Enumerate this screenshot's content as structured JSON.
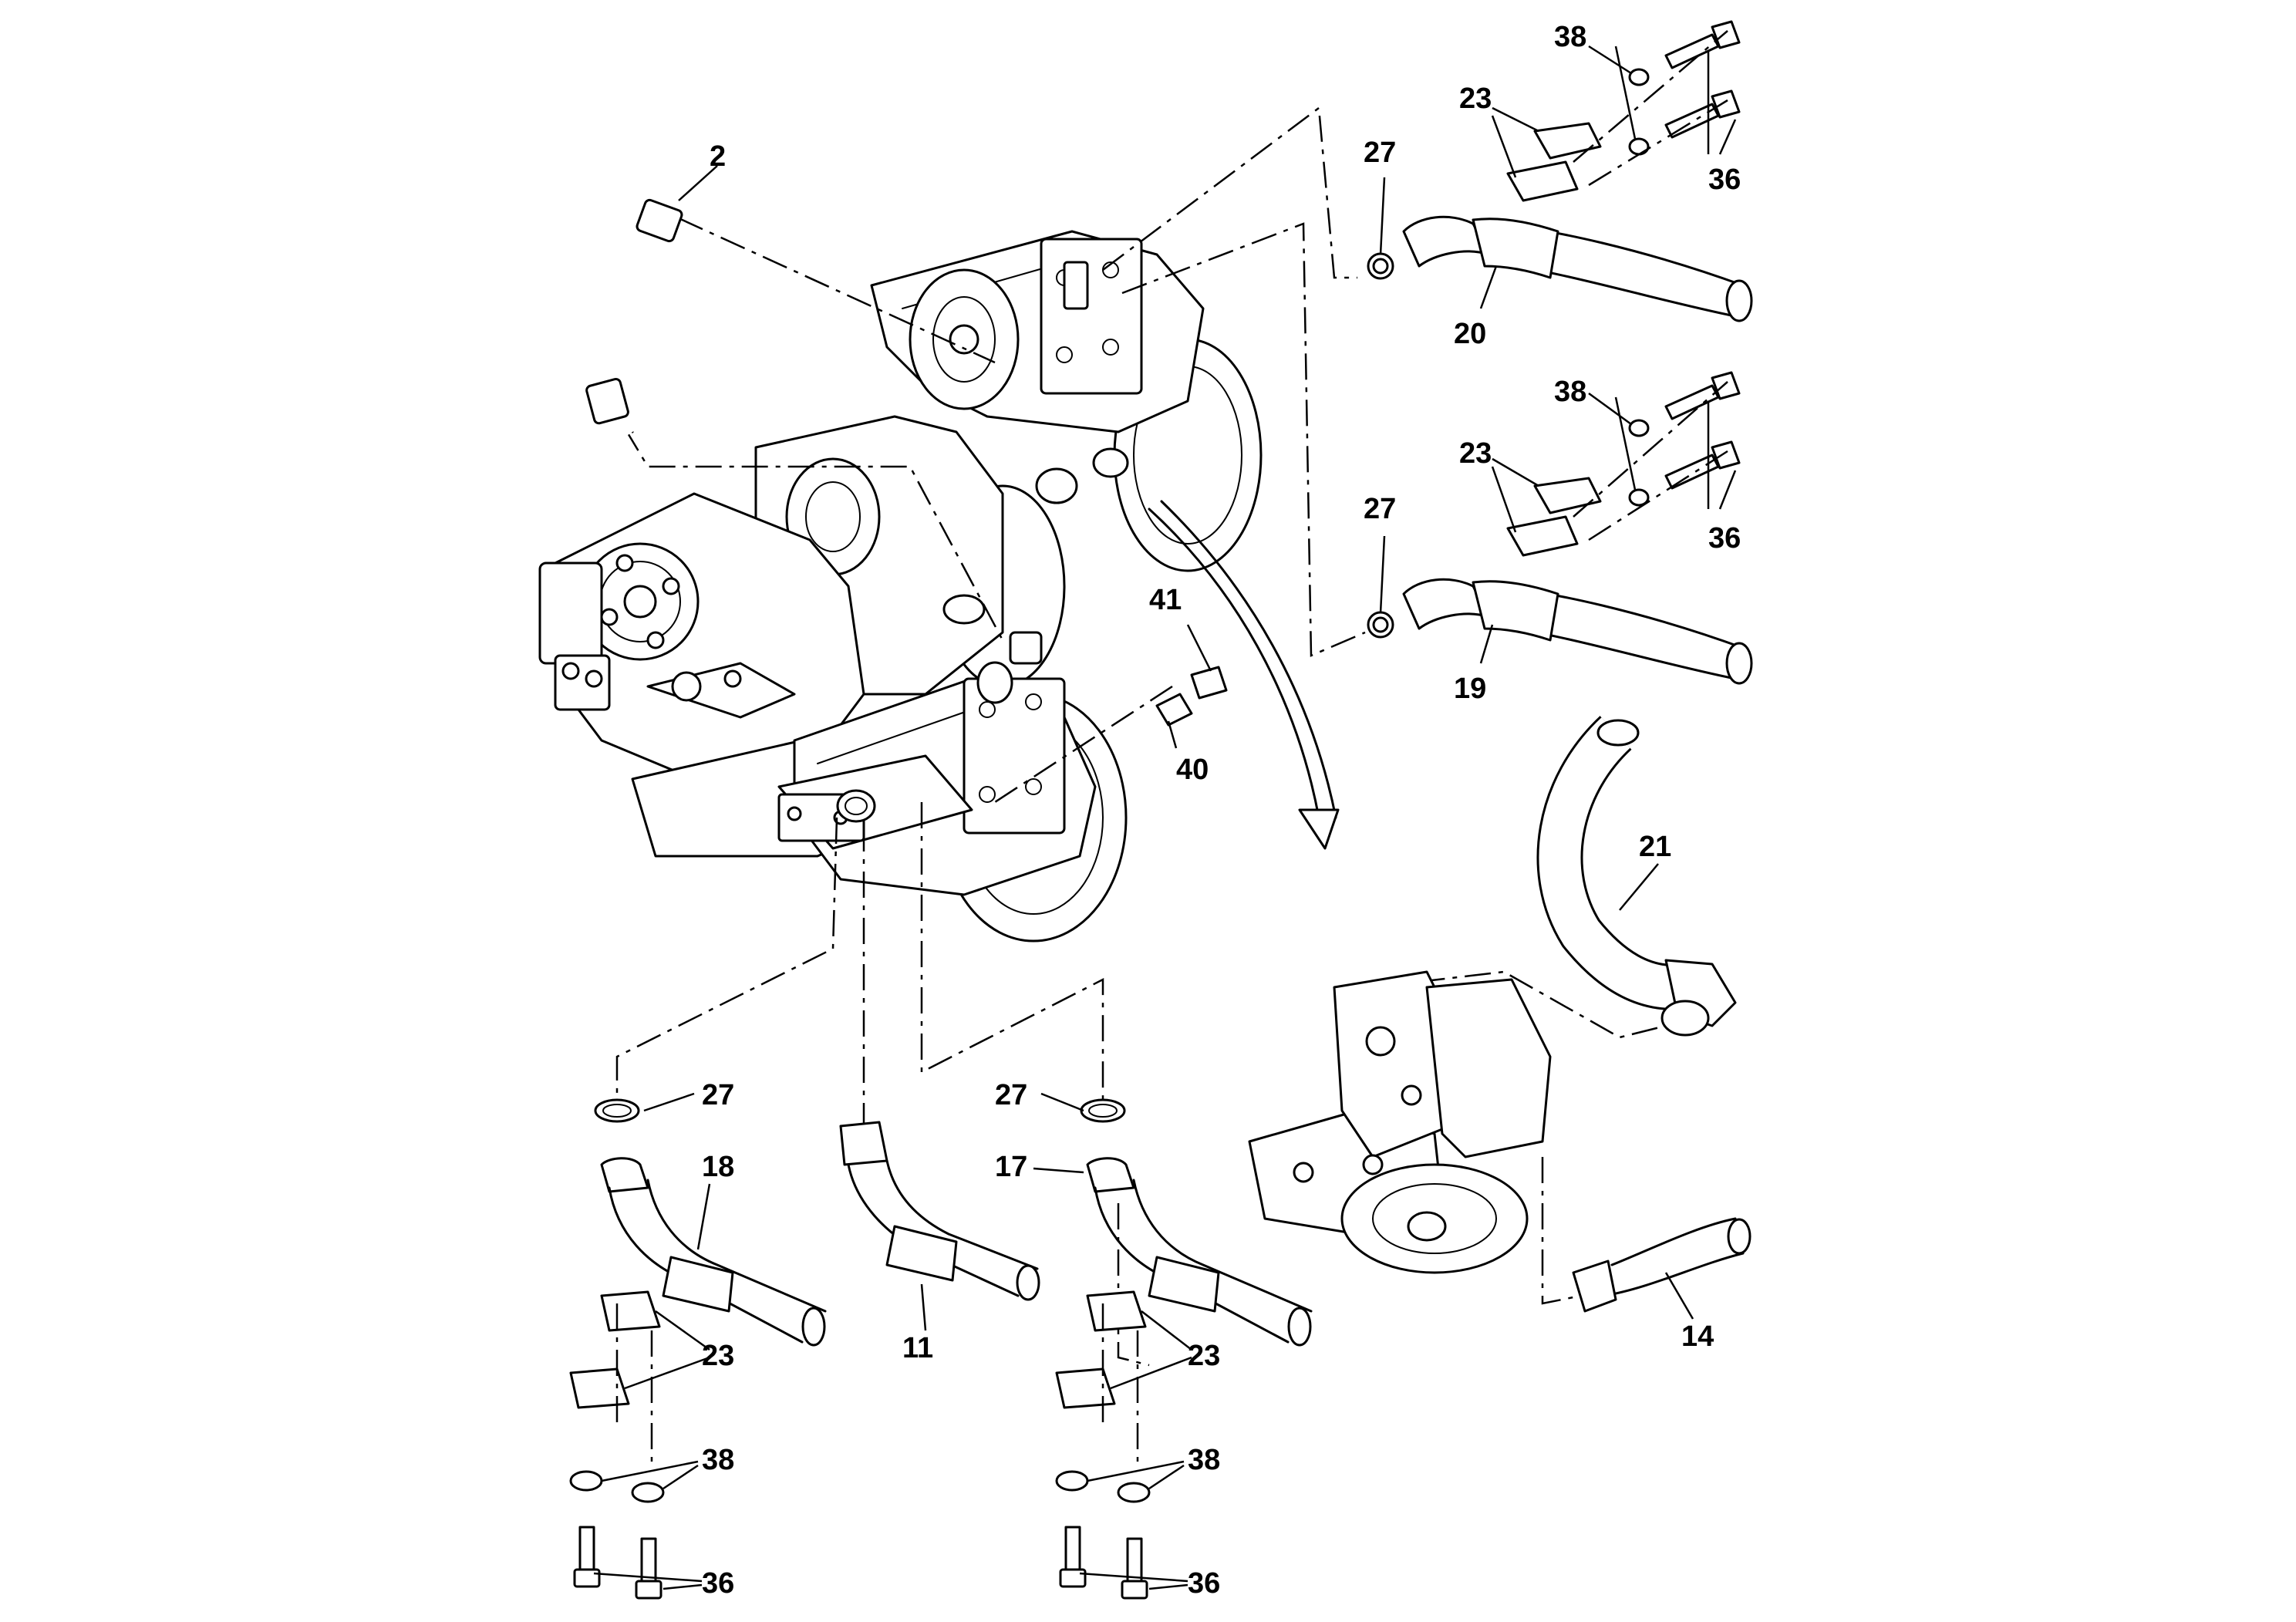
{
  "callouts": {
    "c2": "2",
    "c38a": "38",
    "c23a": "23",
    "c27a": "27",
    "c36a": "36",
    "c20": "20",
    "c38b": "38",
    "c23b": "23",
    "c27b": "27",
    "c36b": "36",
    "c19": "19",
    "c41": "41",
    "c40": "40",
    "c21": "21",
    "c27c": "27",
    "c18": "18",
    "c23c": "23",
    "c38c": "38",
    "c36c": "36",
    "c11": "11",
    "c27d": "27",
    "c17": "17",
    "c23d": "23",
    "c38d": "38",
    "c36d": "36",
    "c14": "14"
  }
}
